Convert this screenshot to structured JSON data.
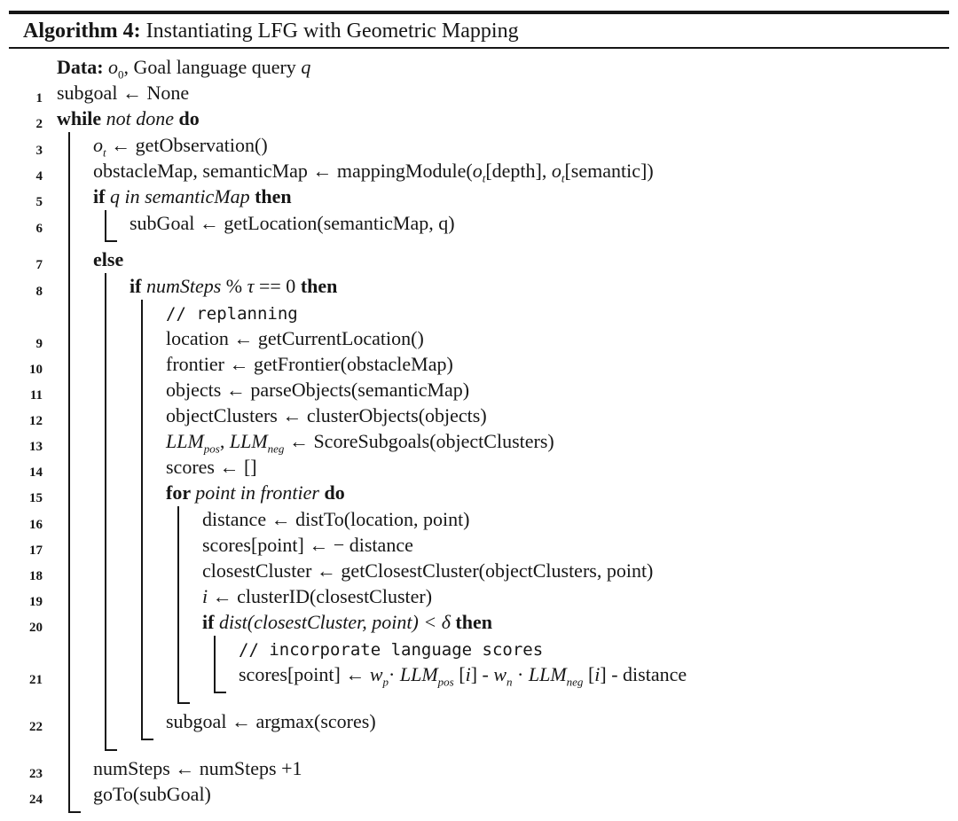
{
  "colors": {
    "text": "#161616",
    "rule": "#161616",
    "background": "#ffffff"
  },
  "header": {
    "label": "Algorithm 4:",
    "title": " Instantiating LFG with Geometric Mapping"
  },
  "lines": {
    "data": {
      "no": "",
      "runs": [
        {
          "t": "Data: ",
          "s": "kw"
        },
        {
          "t": "o",
          "s": "mi"
        },
        {
          "t": "0",
          "s": "subrm"
        },
        {
          "t": ", Goal language query ",
          "s": "rm"
        },
        {
          "t": "q",
          "s": "mi"
        }
      ]
    },
    "l1": {
      "no": "1",
      "runs": [
        {
          "t": "subgoal ← None",
          "s": "rm"
        }
      ]
    },
    "l2": {
      "no": "2",
      "runs": [
        {
          "t": "while ",
          "s": "kw"
        },
        {
          "t": "not done",
          "s": "it"
        },
        {
          "t": " do",
          "s": "kw"
        }
      ]
    },
    "l3": {
      "no": "3",
      "runs": [
        {
          "t": "o",
          "s": "mi"
        },
        {
          "t": "t",
          "s": "sub"
        },
        {
          "t": " ← getObservation()",
          "s": "rm"
        }
      ]
    },
    "l4": {
      "no": "4",
      "runs": [
        {
          "t": "obstacleMap, semanticMap ← mappingModule(",
          "s": "rm"
        },
        {
          "t": "o",
          "s": "mi"
        },
        {
          "t": "t",
          "s": "sub"
        },
        {
          "t": "[depth], ",
          "s": "rm"
        },
        {
          "t": "o",
          "s": "mi"
        },
        {
          "t": "t",
          "s": "sub"
        },
        {
          "t": "[semantic])",
          "s": "rm"
        }
      ]
    },
    "l5": {
      "no": "5",
      "runs": [
        {
          "t": "if ",
          "s": "kw"
        },
        {
          "t": "q in semanticMap",
          "s": "it"
        },
        {
          "t": " then",
          "s": "kw"
        }
      ]
    },
    "l6": {
      "no": "6",
      "runs": [
        {
          "t": "subGoal ← getLocation(semanticMap, q)",
          "s": "rm"
        }
      ]
    },
    "l7": {
      "no": "7",
      "runs": [
        {
          "t": "else",
          "s": "kw"
        }
      ]
    },
    "l8": {
      "no": "8",
      "runs": [
        {
          "t": "if ",
          "s": "kw"
        },
        {
          "t": "numSteps",
          "s": "it"
        },
        {
          "t": " % ",
          "s": "rm"
        },
        {
          "t": "τ",
          "s": "mi"
        },
        {
          "t": " == 0 ",
          "s": "rm"
        },
        {
          "t": "then",
          "s": "kw"
        }
      ]
    },
    "c1": {
      "no": "",
      "runs": [
        {
          "t": "// replanning",
          "s": "cm"
        }
      ]
    },
    "l9": {
      "no": "9",
      "runs": [
        {
          "t": "location ← getCurrentLocation()",
          "s": "rm"
        }
      ]
    },
    "l10": {
      "no": "10",
      "runs": [
        {
          "t": "frontier ← getFrontier(obstacleMap)",
          "s": "rm"
        }
      ]
    },
    "l11": {
      "no": "11",
      "runs": [
        {
          "t": "objects ← parseObjects(semanticMap)",
          "s": "rm"
        }
      ]
    },
    "l12": {
      "no": "12",
      "runs": [
        {
          "t": "objectClusters ← clusterObjects(objects)",
          "s": "rm"
        }
      ]
    },
    "l13": {
      "no": "13",
      "runs": [
        {
          "t": "LLM",
          "s": "mi"
        },
        {
          "t": "pos",
          "s": "sub"
        },
        {
          "t": ", ",
          "s": "rm"
        },
        {
          "t": "LLM",
          "s": "mi"
        },
        {
          "t": "neg",
          "s": "sub"
        },
        {
          "t": " ← ScoreSubgoals(objectClusters)",
          "s": "rm"
        }
      ]
    },
    "l14": {
      "no": "14",
      "runs": [
        {
          "t": "scores ← []",
          "s": "rm"
        }
      ]
    },
    "l15": {
      "no": "15",
      "runs": [
        {
          "t": "for ",
          "s": "kw"
        },
        {
          "t": "point in frontier",
          "s": "it"
        },
        {
          "t": " do",
          "s": "kw"
        }
      ]
    },
    "l16": {
      "no": "16",
      "runs": [
        {
          "t": "distance ← distTo(location, point)",
          "s": "rm"
        }
      ]
    },
    "l17": {
      "no": "17",
      "runs": [
        {
          "t": "scores[point] ← − distance",
          "s": "rm"
        }
      ]
    },
    "l18": {
      "no": "18",
      "runs": [
        {
          "t": "closestCluster ← getClosestCluster(objectClusters, point)",
          "s": "rm"
        }
      ]
    },
    "l19": {
      "no": "19",
      "runs": [
        {
          "t": "i",
          "s": "mi"
        },
        {
          "t": " ← clusterID(closestCluster)",
          "s": "rm"
        }
      ]
    },
    "l20": {
      "no": "20",
      "runs": [
        {
          "t": "if ",
          "s": "kw"
        },
        {
          "t": "dist(closestCluster, point) < ",
          "s": "it"
        },
        {
          "t": "δ",
          "s": "mi"
        },
        {
          "t": " then",
          "s": "kw"
        }
      ]
    },
    "c2": {
      "no": "",
      "runs": [
        {
          "t": "// incorporate language scores",
          "s": "cm"
        }
      ]
    },
    "l21": {
      "no": "21",
      "runs": [
        {
          "t": "scores[point] ← ",
          "s": "rm"
        },
        {
          "t": "w",
          "s": "mi"
        },
        {
          "t": "p",
          "s": "sub"
        },
        {
          "t": "· ",
          "s": "rm"
        },
        {
          "t": "LLM",
          "s": "mi"
        },
        {
          "t": "pos",
          "s": "sub"
        },
        {
          "t": " [",
          "s": "rm"
        },
        {
          "t": "i",
          "s": "mi"
        },
        {
          "t": "] - ",
          "s": "rm"
        },
        {
          "t": "w",
          "s": "mi"
        },
        {
          "t": "n",
          "s": "sub"
        },
        {
          "t": " · ",
          "s": "rm"
        },
        {
          "t": "LLM",
          "s": "mi"
        },
        {
          "t": "neg",
          "s": "sub"
        },
        {
          "t": " [",
          "s": "rm"
        },
        {
          "t": "i",
          "s": "mi"
        },
        {
          "t": "] - distance",
          "s": "rm"
        }
      ]
    },
    "l22": {
      "no": "22",
      "runs": [
        {
          "t": "subgoal ← argmax(scores)",
          "s": "rm"
        }
      ]
    },
    "l23": {
      "no": "23",
      "runs": [
        {
          "t": "numSteps ← numSteps +1",
          "s": "rm"
        }
      ]
    },
    "l24": {
      "no": "24",
      "runs": [
        {
          "t": "goTo(subGoal)",
          "s": "rm"
        }
      ]
    }
  }
}
